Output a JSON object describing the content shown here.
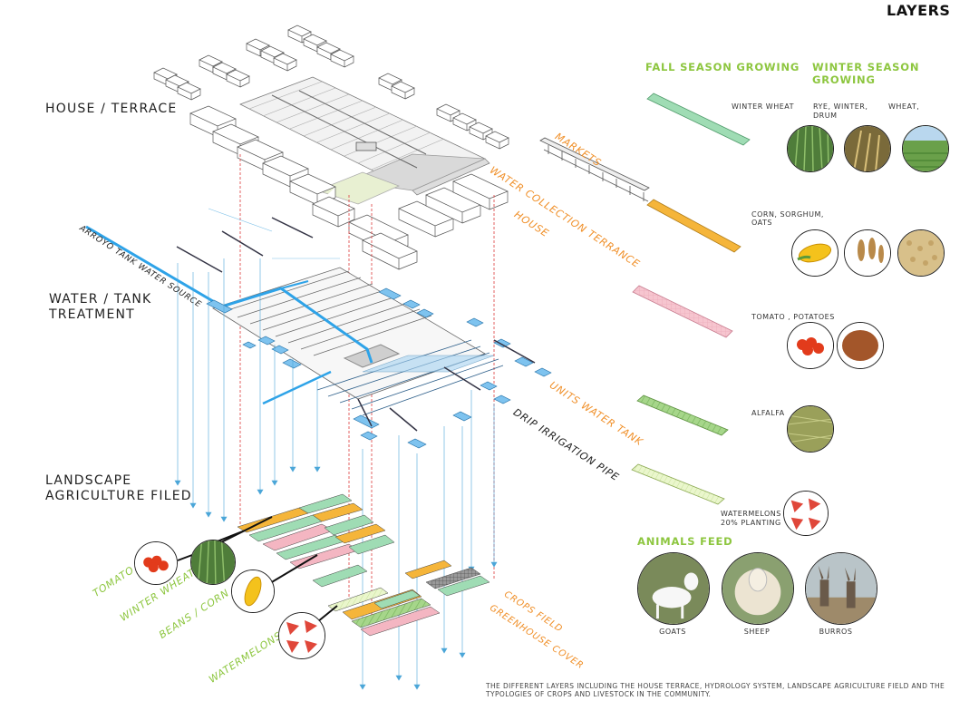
{
  "header": {
    "title": "LAYERS"
  },
  "sections": {
    "house": "HOUSE / TERRACE",
    "water_1": "WATER / TANK",
    "water_2": "TREATMENT",
    "landscape_1": "LANDSCAPE",
    "landscape_2": "AGRICULTURE FILED"
  },
  "seasons": {
    "fall": "FALL SEASON GROWING",
    "winter": "WINTER SEASON GROWING"
  },
  "crops": {
    "winter_wheat": "WINTER WHEAT",
    "rye_1": "RYE, WINTER,",
    "rye_2": "DRUM",
    "wheat": "WHEAT,",
    "corn_1": "CORN, SORGHUM,",
    "corn_2": "OATS",
    "tomato_potatoes": "TOMATO , POTATOES",
    "alfalfa": "ALFALFA",
    "watermelons_1": "WATERMELONS",
    "watermelons_2": "20% PLANTING"
  },
  "animals": {
    "title": "ANIMALS FEED",
    "goats": "GOATS",
    "sheep": "SHEEP",
    "burros": "BURROS"
  },
  "diagram_labels": {
    "markets": "MARKETS",
    "water_collection": "WATER COLLECTION TERRANCE",
    "house": "HOUSE",
    "arroyo": "ARROYO TANK WATER SOURCE",
    "units_water_tank": "UNITS WATER TANK",
    "drip_irrigation": "DRIP IRRIGATION PIPE",
    "crops_field": "CROPS FIELD",
    "greenhouse": "GREENHOUSE COVER"
  },
  "field_labels": {
    "tomato": "TOMATO",
    "winter_wheat": "WINTER WHEAT",
    "beans_corn": "BEANS  /  CORN",
    "watermelons": "WATERMELONS"
  },
  "caption": {
    "line1": "THE DIFFERENT LAYERS INCLUDING THE HOUSE TERRACE, HYDROLOGY SYSTEM, LANDSCAPE AGRICULTURE FIELD AND THE",
    "line2": "TYPOLOGIES OF CROPS AND LIVESTOCK IN THE COMMUNITY."
  },
  "colors": {
    "green_strip": "#9fdcb4",
    "orange_strip": "#f5b53a",
    "pink_strip": "#f4b6c2",
    "alfalfa_strip": "#a6d68a",
    "water_blue": "#2ea3e8",
    "label_orange": "#f0902a",
    "label_green": "#8dc63f"
  },
  "icons": [
    "wheat-photo",
    "rye-photo",
    "wheat-field-photo",
    "corn-photo",
    "sorghum-photo",
    "oats-photo",
    "tomato-photo",
    "potato-photo",
    "alfalfa-photo",
    "watermelon-photo",
    "goat-photo",
    "sheep-photo",
    "burro-photo"
  ]
}
